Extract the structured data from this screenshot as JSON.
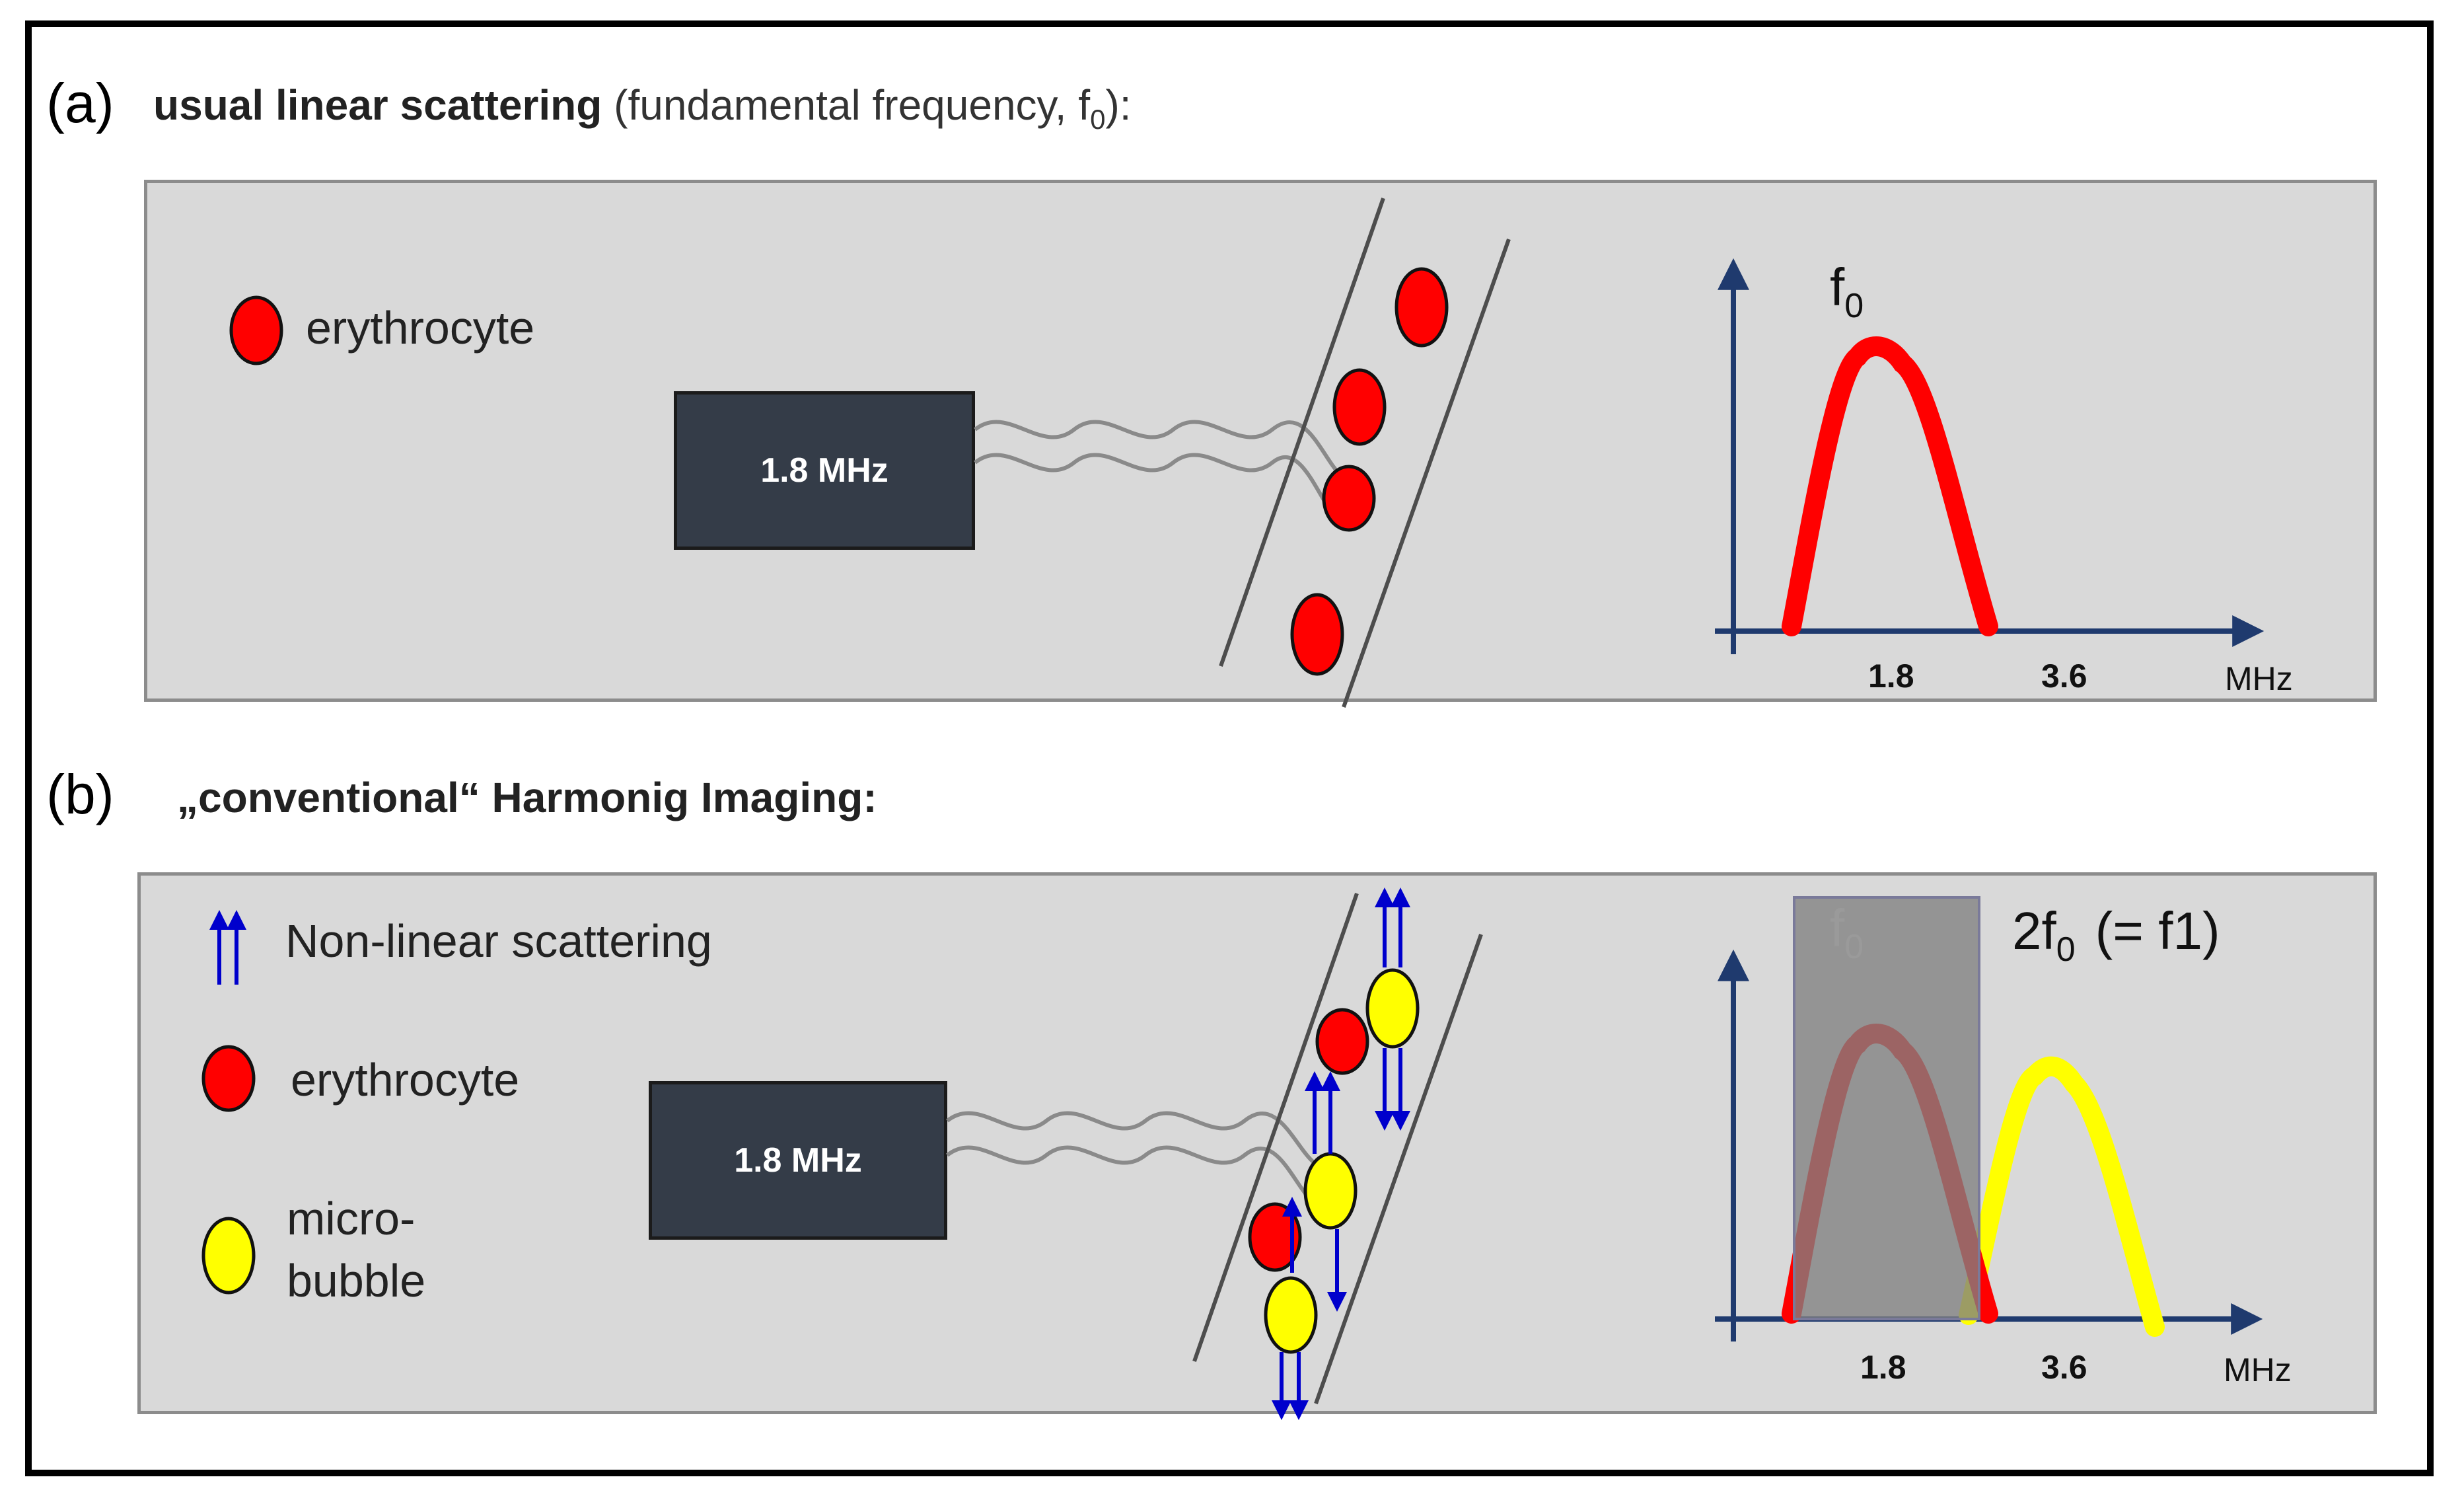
{
  "panel_a": {
    "tag": "(a)",
    "title_bold": "usual linear scattering",
    "title_rest": "(fundamental frequency, f",
    "title_sub": "0",
    "title_end": "):",
    "legend": {
      "erythrocyte": "erythrocyte"
    },
    "transducer": "1.8 MHz",
    "peak_label": "f",
    "peak_sub": "0",
    "ticks": [
      "1.8",
      "3.6"
    ],
    "unit": "MHz"
  },
  "panel_b": {
    "tag": "(b)",
    "title": "„conventional“ Harmonig Imaging:",
    "legend": {
      "nonlinear": "Non-linear scattering",
      "erythrocyte": "erythrocyte",
      "microbubble_1": "micro-",
      "microbubble_2": "bubble"
    },
    "transducer": "1.8 MHz",
    "shade_label": "f",
    "shade_sub": "0",
    "harmonic_label": "2f",
    "harmonic_sub": "0",
    "harmonic_rest": "(= f1)",
    "ticks": [
      "1.8",
      "3.6"
    ],
    "unit": "MHz"
  },
  "colors": {
    "erythrocyte": "#ff0000",
    "microbubble": "#ffff00",
    "arrow": "#0000cc",
    "axis": "#1f3a6e",
    "panel": "#d9d9d9",
    "transducer": "#343c48"
  }
}
